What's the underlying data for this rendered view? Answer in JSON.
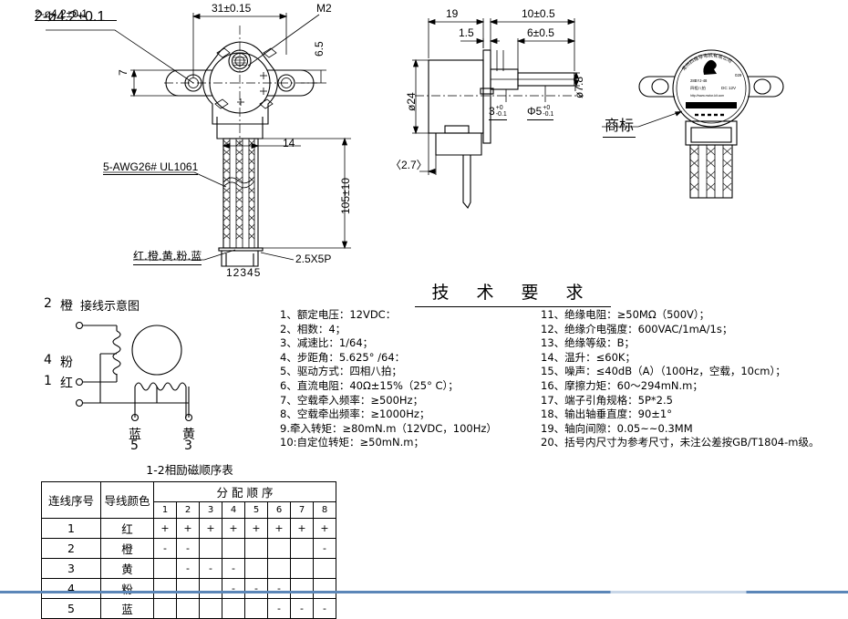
{
  "document": {
    "type": "mechanical-engineering-drawing",
    "subject": "28BYJ-48 geared stepper motor outline drawing"
  },
  "front_view": {
    "dimensions": {
      "hole_note": "2-ø4.2±0.1",
      "width_between_holes": "31±0.15",
      "shaft_note": "M2",
      "flange_offset_left": "7",
      "flange_offset_right": "6.5",
      "connector_width": "14",
      "lead_length": "105±10",
      "wire_spec": "5-AWG26#  UL1061",
      "wire_colors": "红.橙.黄.粉.蓝",
      "pin_numbers": "12345",
      "connector_pitch": "2.5X5P"
    }
  },
  "side_view": {
    "dimensions": {
      "body_depth": "19",
      "flange_thickness": "1.5",
      "shaft_total": "10±0.5",
      "shaft_flat": "6±0.5",
      "body_diameter": "ø24",
      "boss_diameter": "ø7.8",
      "boss_length": "3",
      "boss_tol_up": "+0",
      "boss_tol_dn": "-0.1",
      "shaft_diameter": "Φ5",
      "shaft_tol_up": "+0",
      "shaft_tol_dn": "-0.1",
      "bracket_ref": "〈2.7〉"
    }
  },
  "label_view": {
    "callout": "商标",
    "label_lines": {
      "arc_top": "常州四维导电机有限公司",
      "model": "型号：",
      "spec": "28BYJ-48",
      "phase": "四相八拍",
      "voltage": "DC 12V",
      "site": "http://www.motor-kit.com",
      "code": "029"
    }
  },
  "tech": {
    "title": "技 术 要 求",
    "left": [
      "1、额定电压：12VDC：",
      "2、相数：4；",
      "3、减速比：1/64；",
      "4、步距角：5.625° /64：",
      "5、驱动方式：四相八拍；",
      "6、直流电阻：40Ω±15%（25° C）；",
      "7、空载牵入频率：≥500Hz；",
      "8、空载牵出频率：≥1000Hz；",
      "9.牵入转矩：≥80mN.m（12VDC，100Hz）",
      "10:自定位转矩：≥50mN.m；"
    ],
    "right": [
      "11、绝缘电阻：≥50MΩ（500V）；",
      "12、绝缘介电强度：600VAC/1mA/1s；",
      "13、绝缘等级：B；",
      "14、温升：≤60K；",
      "15、噪声：≤40dB（A）（100Hz，空载，10cm）；",
      "16、摩擦力矩：60～294mN.m；",
      "17、端子引角规格：5P*2.5",
      "18、输出轴垂直度：90±1°",
      "19、轴向间隙：0.05~~0.3MM",
      "20、括号内尺寸为参考尺寸，未注公差按GB/T1804-m级。"
    ]
  },
  "wiring": {
    "caption": "接线示意图",
    "terminals": [
      {
        "num": "2",
        "color": "橙"
      },
      {
        "num": "4",
        "color": "粉"
      },
      {
        "num": "1",
        "color": "红"
      }
    ],
    "bottom_terminals": [
      {
        "color": "蓝",
        "num": "5"
      },
      {
        "color": "黄",
        "num": "3"
      }
    ]
  },
  "sequence_table": {
    "caption": "1-2相励磁顺序表",
    "col_headers": {
      "wire_no": "连线序号",
      "wire_color": "导线颜色",
      "sequence": "分 配 顺 序"
    },
    "steps": [
      "1",
      "2",
      "3",
      "4",
      "5",
      "6",
      "7",
      "8"
    ],
    "rows": [
      {
        "no": "1",
        "color": "红",
        "cells": [
          "+",
          "+",
          "+",
          "+",
          "+",
          "+",
          "+",
          "+"
        ]
      },
      {
        "no": "2",
        "color": "橙",
        "cells": [
          "-",
          "-",
          "",
          "",
          "",
          "",
          "",
          "-"
        ]
      },
      {
        "no": "3",
        "color": "黄",
        "cells": [
          "",
          "-",
          "-",
          "-",
          "",
          "",
          "",
          ""
        ]
      },
      {
        "no": "4",
        "color": "粉",
        "cells": [
          "",
          "",
          "",
          "-",
          "-",
          "-",
          "",
          ""
        ]
      },
      {
        "no": "5",
        "color": "蓝",
        "cells": [
          "",
          "",
          "",
          "",
          "",
          "-",
          "-",
          "-"
        ]
      }
    ]
  }
}
